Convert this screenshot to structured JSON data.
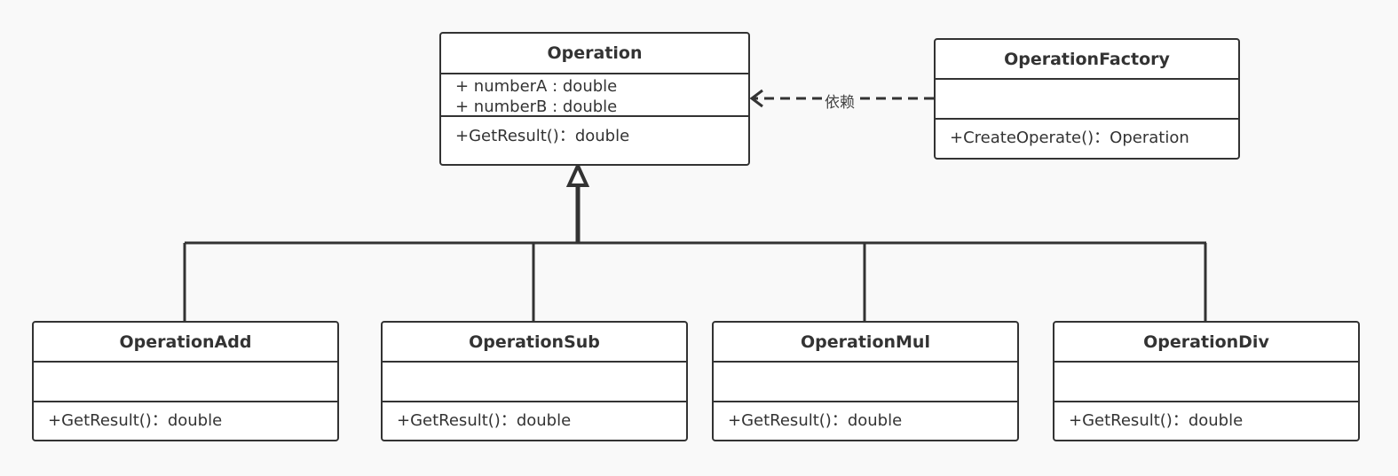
{
  "classes": {
    "operation": {
      "name": "Operation",
      "attributes": [
        "+ numberA : double",
        "+ numberB : double"
      ],
      "operations": [
        "+GetResult()：double"
      ]
    },
    "factory": {
      "name": "OperationFactory",
      "attributes": [],
      "operations": [
        "+CreateOperate()：Operation"
      ]
    },
    "subclasses": [
      {
        "name": "OperationAdd",
        "operations": [
          "+GetResult()：double"
        ]
      },
      {
        "name": "OperationSub",
        "operations": [
          "+GetResult()：double"
        ]
      },
      {
        "name": "OperationMul",
        "operations": [
          "+GetResult()：double"
        ]
      },
      {
        "name": "OperationDiv",
        "operations": [
          "+GetResult()：double"
        ]
      }
    ]
  },
  "relations": {
    "dependency_label": "依赖"
  },
  "colors": {
    "line": "#333333",
    "background": "#f9f9f9",
    "box_fill": "#ffffff"
  }
}
